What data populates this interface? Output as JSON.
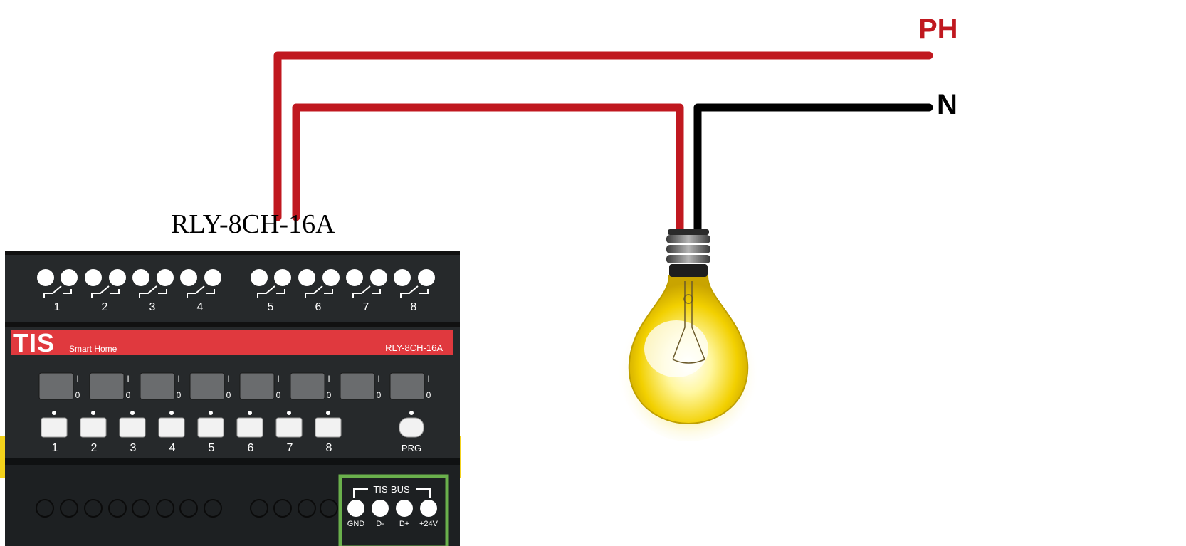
{
  "labels": {
    "phase": "PH",
    "neutral": "N",
    "device_title": "RLY-8CH-16A"
  },
  "device": {
    "brand": "TIS",
    "brand_sub": "Smart Home",
    "model_on_band": "RLY-8CH-16A",
    "relay_channels": [
      "1",
      "2",
      "3",
      "4",
      "5",
      "6",
      "7",
      "8"
    ],
    "manual_buttons": [
      "1",
      "2",
      "3",
      "4",
      "5",
      "6",
      "7",
      "8"
    ],
    "prg_label": "PRG",
    "switch_on_mark": "I",
    "switch_off_mark": "0",
    "bus_title": "TIS-BUS",
    "bus_terminals": [
      "GND",
      "D-",
      "D+",
      "+24V"
    ]
  },
  "colors": {
    "phase_wire": "#c0181f",
    "neutral_wire": "#000000",
    "device_body": "#26292b",
    "brand_band": "#e0393e",
    "bus_highlight": "#6ab04c",
    "bulb_glow": "#f2d000"
  },
  "icons": [
    "light-bulb-icon",
    "relay-module-icon"
  ]
}
